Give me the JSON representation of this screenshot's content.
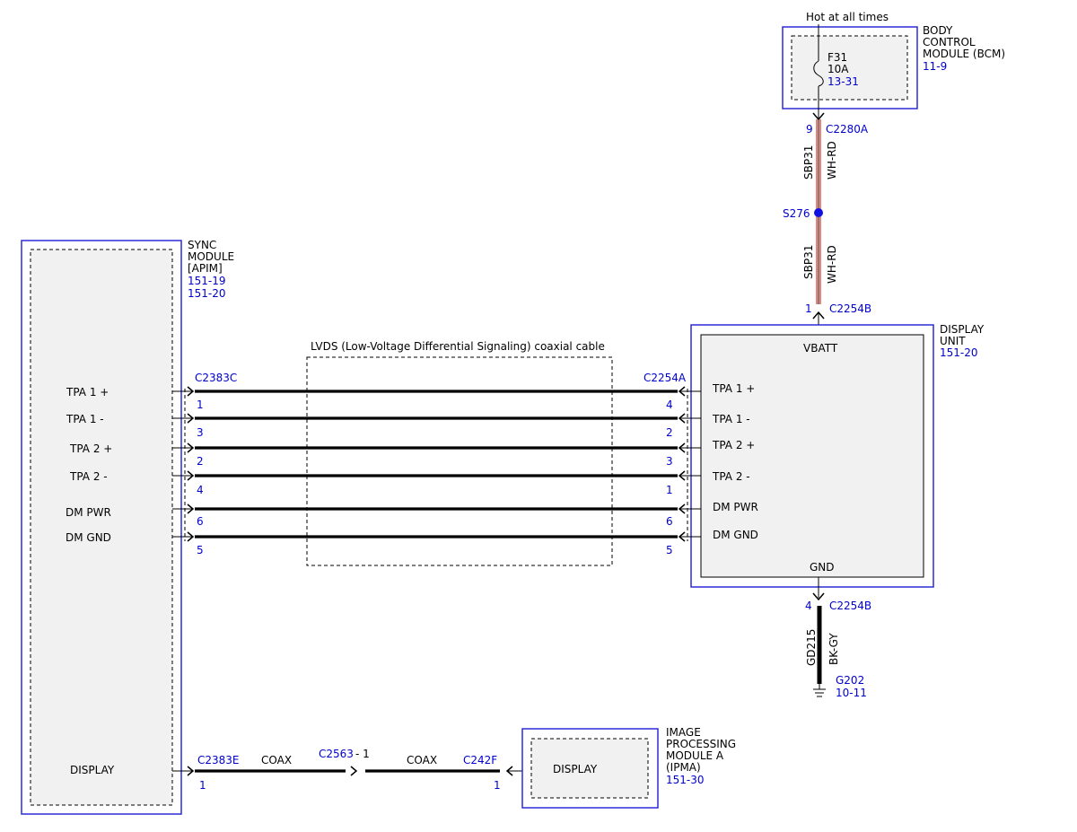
{
  "power": {
    "hot_label": "Hot at all times"
  },
  "bcm": {
    "name_lines": [
      "BODY",
      "CONTROL",
      "MODULE (BCM)"
    ],
    "ref": "11-9",
    "fuse": {
      "id": "F31",
      "rating": "10A",
      "ref": "13-31"
    },
    "connector": {
      "pin": "9",
      "id": "C2280A"
    }
  },
  "bcm_wire": {
    "upper": {
      "circuit": "SBP31",
      "color": "WH-RD"
    },
    "splice": "S276",
    "lower": {
      "circuit": "SBP31",
      "color": "WH-RD"
    }
  },
  "display_unit": {
    "name_lines": [
      "DISPLAY",
      "UNIT"
    ],
    "ref": "151-20",
    "power_connector": {
      "pin": "1",
      "id": "C2254B"
    },
    "vbatt_label": "VBATT",
    "gnd_label": "GND",
    "ground_connector": {
      "pin": "4",
      "id": "C2254B"
    },
    "signal_connector": "C2254A",
    "pins": [
      "TPA 1 +",
      "TPA 1 -",
      "TPA 2 +",
      "TPA 2 -",
      "DM PWR",
      "DM GND"
    ]
  },
  "ground": {
    "circuit": "GD215",
    "color": "BK-GY",
    "id": "G202",
    "ref": "10-11"
  },
  "sync": {
    "name_lines": [
      "SYNC",
      "MODULE",
      "[APIM]"
    ],
    "refs": [
      "151-19",
      "151-20"
    ],
    "signal_connector": "C2383C",
    "pins": [
      "TPA 1 +",
      "TPA 1 -",
      "TPA 2 +",
      "TPA 2 -",
      "DM PWR",
      "DM GND"
    ],
    "display_label": "DISPLAY"
  },
  "lvds": {
    "label": "LVDS (Low-Voltage Differential Signaling) coaxial cable"
  },
  "signals": [
    {
      "left_pin": "1",
      "right_pin": "4"
    },
    {
      "left_pin": "3",
      "right_pin": "2"
    },
    {
      "left_pin": "2",
      "right_pin": "3"
    },
    {
      "left_pin": "4",
      "right_pin": "1"
    },
    {
      "left_pin": "6",
      "right_pin": "6"
    },
    {
      "left_pin": "5",
      "right_pin": "5"
    }
  ],
  "coax_link": {
    "sync_connector": {
      "id": "C2383E",
      "pin": "1"
    },
    "coax1": "COAX",
    "inline_connector": {
      "id": "C2563",
      "pin": "- 1"
    },
    "coax2": "COAX",
    "ipma_connector": {
      "id": "C242F",
      "pin": "1"
    }
  },
  "ipma": {
    "name_lines": [
      "IMAGE",
      "PROCESSING",
      "MODULE A",
      "(IPMA)"
    ],
    "ref": "151-30",
    "display_label": "DISPLAY"
  },
  "colors": {
    "module_border": "#2b2bd6",
    "ref_text": "#0000cc",
    "wire_red": "#e03020",
    "splice_dot": "#1010e0"
  }
}
